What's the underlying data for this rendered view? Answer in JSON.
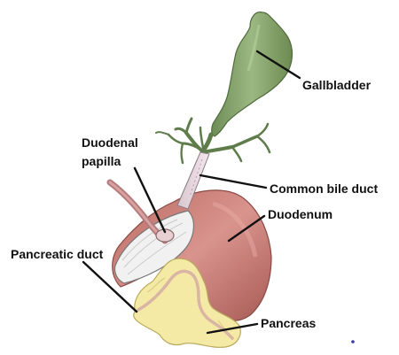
{
  "labels": {
    "gallbladder": "Gallbladder",
    "duodenal_papilla_line1": "Duodenal",
    "duodenal_papilla_line2": "papilla",
    "common_bile_duct": "Common bile duct",
    "duodenum": "Duodenum",
    "pancreatic_duct": "Pancreatic duct",
    "pancreas": "Pancreas"
  },
  "colors": {
    "gallbladder": "#8fac72",
    "bile_ducts": "#6f8c5a",
    "duodenum": "#c97f78",
    "pancreas": "#f4eaa6",
    "pancreatic_duct": "#e7c6ba",
    "leader_lines": "#111111"
  }
}
